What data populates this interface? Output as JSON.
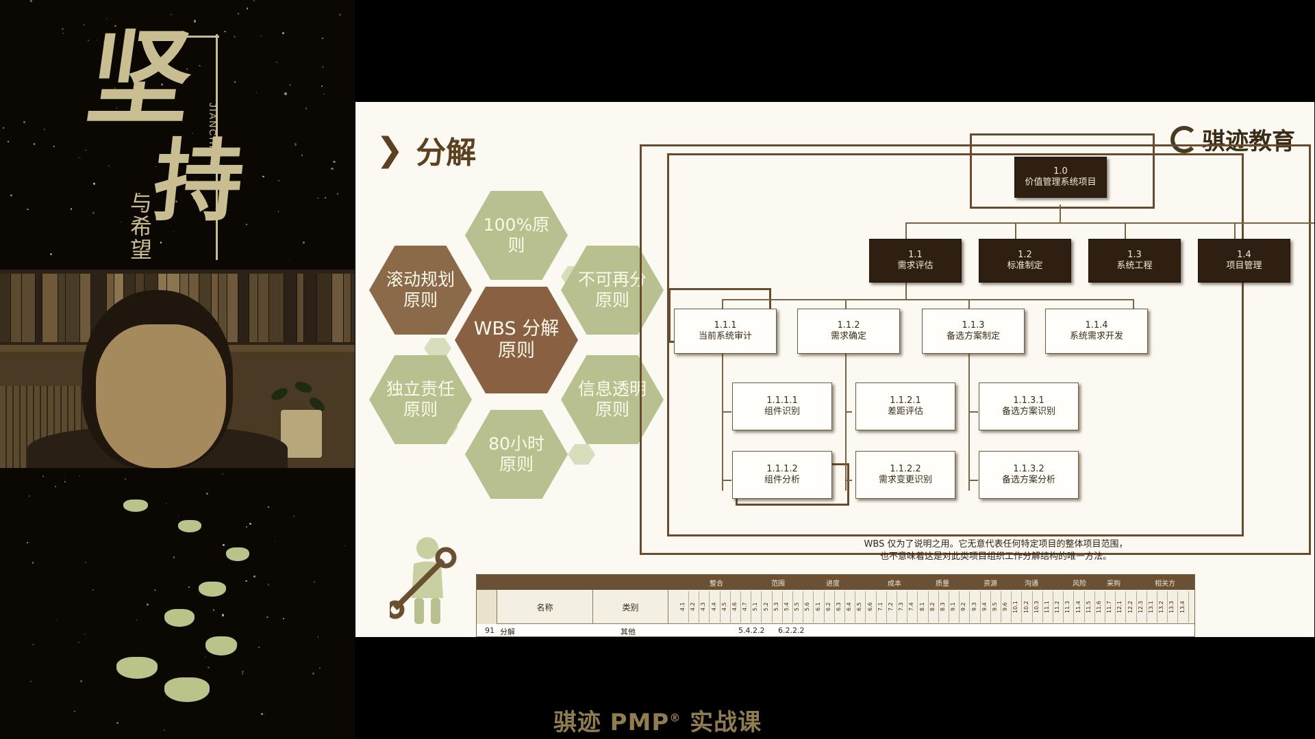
{
  "left_panel": {
    "brand": {
      "big_char_1": "坚",
      "big_char_2": "持",
      "small_text": "与希望",
      "pinyin": "JIANCHI"
    }
  },
  "slide": {
    "title": "分解",
    "logo_text": "骐迹教育",
    "hexagons": {
      "center": "WBS 分解原则",
      "top": "100%原则",
      "upper_left": "滚动规划原则",
      "upper_right": "不可再分原则",
      "lower_left": "独立责任原则",
      "lower_right": "信息透明原则",
      "bottom": "80小时原则"
    },
    "wbs": {
      "root": {
        "code": "1.0",
        "name": "价值管理系统项目"
      },
      "level1": [
        {
          "code": "1.1",
          "name": "需求评估"
        },
        {
          "code": "1.2",
          "name": "标准制定"
        },
        {
          "code": "1.3",
          "name": "系统工程"
        },
        {
          "code": "1.4",
          "name": "项目管理"
        }
      ],
      "level2": [
        {
          "code": "1.1.1",
          "name": "当前系统审计"
        },
        {
          "code": "1.1.2",
          "name": "需求确定"
        },
        {
          "code": "1.1.3",
          "name": "备选方案制定"
        },
        {
          "code": "1.1.4",
          "name": "系统需求开发"
        }
      ],
      "level3": [
        {
          "code": "1.1.1.1",
          "name": "组件识别"
        },
        {
          "code": "1.1.1.2",
          "name": "组件分析"
        },
        {
          "code": "1.1.2.1",
          "name": "差距评估"
        },
        {
          "code": "1.1.2.2",
          "name": "需求变更识别"
        },
        {
          "code": "1.1.3.1",
          "name": "备选方案识别"
        },
        {
          "code": "1.1.3.2",
          "name": "备选方案分析"
        }
      ],
      "note_line1": "WBS 仅为了说明之用。它无意代表任何特定项目的整体项目范围，",
      "note_line2": "也不意味着这是对此类项目组织工作分解结构的唯一方法。"
    },
    "sheet": {
      "groups": [
        "整合",
        "范围",
        "进度",
        "成本",
        "质量",
        "资源",
        "沟通",
        "风险",
        "采购",
        "相关方"
      ],
      "col_name": "名称",
      "col_type": "类别",
      "columns": [
        "4.1",
        "4.2",
        "4.3",
        "4.4",
        "4.5",
        "4.6",
        "4.7",
        "5.1",
        "5.2",
        "5.3",
        "5.4",
        "5.5",
        "5.6",
        "6.1",
        "6.2",
        "6.3",
        "6.4",
        "6.5",
        "6.6",
        "7.1",
        "7.2",
        "7.3",
        "7.4",
        "8.1",
        "8.2",
        "8.3",
        "9.1",
        "9.2",
        "9.3",
        "9.4",
        "9.5",
        "9.6",
        "10.1",
        "10.2",
        "10.3",
        "11.1",
        "11.2",
        "11.3",
        "11.4",
        "11.5",
        "11.6",
        "11.7",
        "12.1",
        "12.2",
        "12.3",
        "13.1",
        "13.2",
        "13.3",
        "13.4"
      ],
      "row": {
        "num": "91",
        "name": "分解",
        "type": "其他",
        "ref1": "5.4.2.2",
        "ref2": "6.2.2.2"
      }
    }
  },
  "caption": {
    "text": "骐迹 PMP",
    "sup": "®",
    "suffix": " 实战课"
  }
}
